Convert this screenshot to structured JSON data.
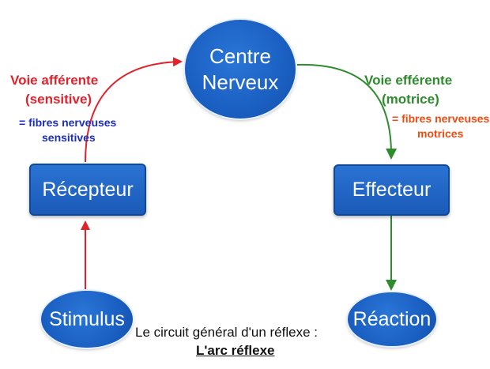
{
  "nodes": {
    "centre": [
      "Centre",
      "Nerveux"
    ],
    "recepteur": "Récepteur",
    "effecteur": "Effecteur",
    "stimulus": "Stimulus",
    "reaction": "Réaction"
  },
  "labels": {
    "afferent_line1": "Voie afférente",
    "afferent_line2": "(sensitive)",
    "afferent_fibres_line1": "= fibres nerveuses",
    "afferent_fibres_line2": "sensitives",
    "efferent_line1": "Voie efférente",
    "efferent_line2": "(motrice)",
    "efferent_fibres_line1": "= fibres nerveuses",
    "efferent_fibres_line2": "motrices"
  },
  "caption": {
    "line1": "Le circuit général d'un réflexe :",
    "line2": "L'arc réflexe"
  },
  "colors": {
    "node_blue": "#1a5fc2",
    "afferent_red": "#e0222c",
    "efferent_green": "#2e8b2e",
    "fibres_blue": "#1d2fb8",
    "fibres_orange": "#f04a10"
  }
}
